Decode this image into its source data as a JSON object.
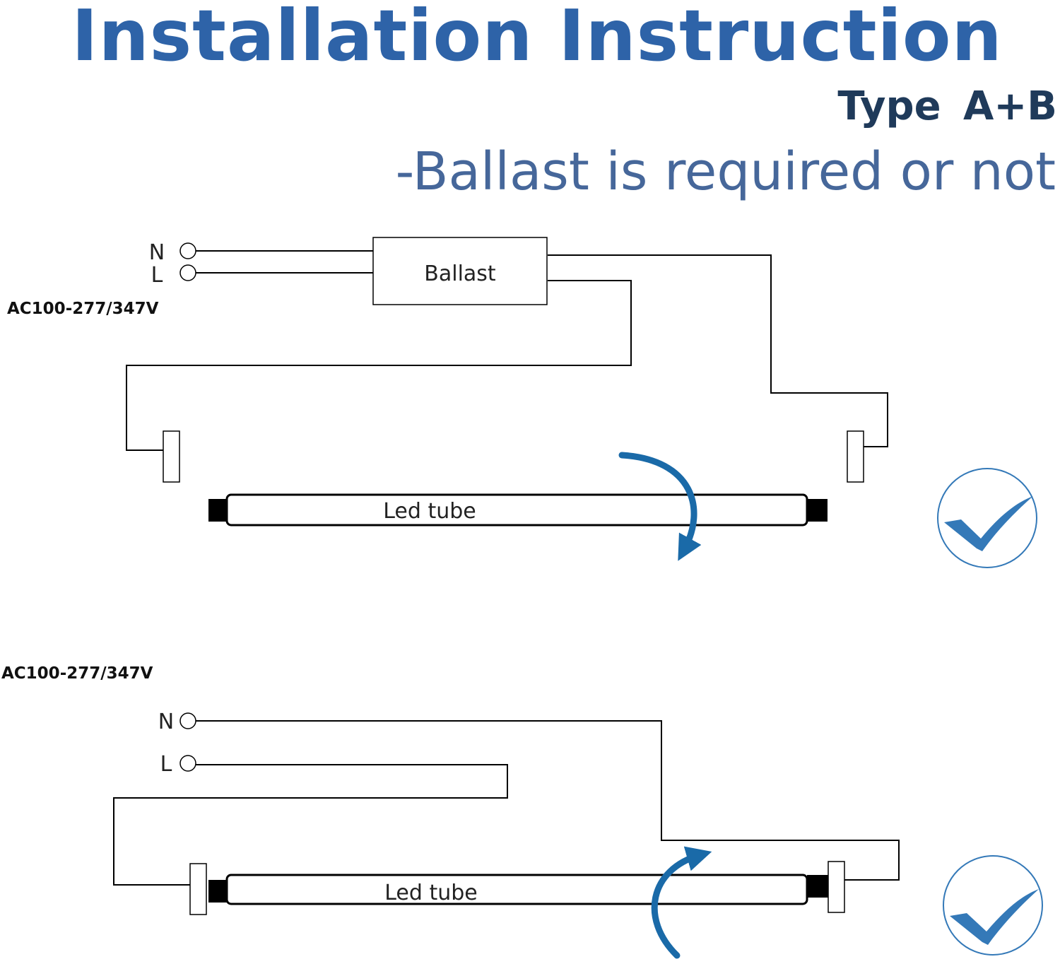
{
  "title": "Installation Instruction",
  "type_label": "Type  A+B",
  "subtitle": "-Ballast is required or not",
  "colors": {
    "title": "#2e63a8",
    "type": "#1f3a5a",
    "subtitle": "#46679a",
    "arrow": "#1a6aa8",
    "check": "#3479b8",
    "wire": "#000000"
  },
  "diagram_top": {
    "voltage": "AC100-277/347V",
    "neutral_label": "N",
    "line_label": "L",
    "ballast_label": "Ballast",
    "tube_label": "Led tube",
    "status_icon": "checkmark-circle-icon"
  },
  "diagram_bottom": {
    "voltage": "AC100-277/347V",
    "neutral_label": "N",
    "line_label": "L",
    "tube_label": "Led tube",
    "status_icon": "checkmark-circle-icon"
  }
}
